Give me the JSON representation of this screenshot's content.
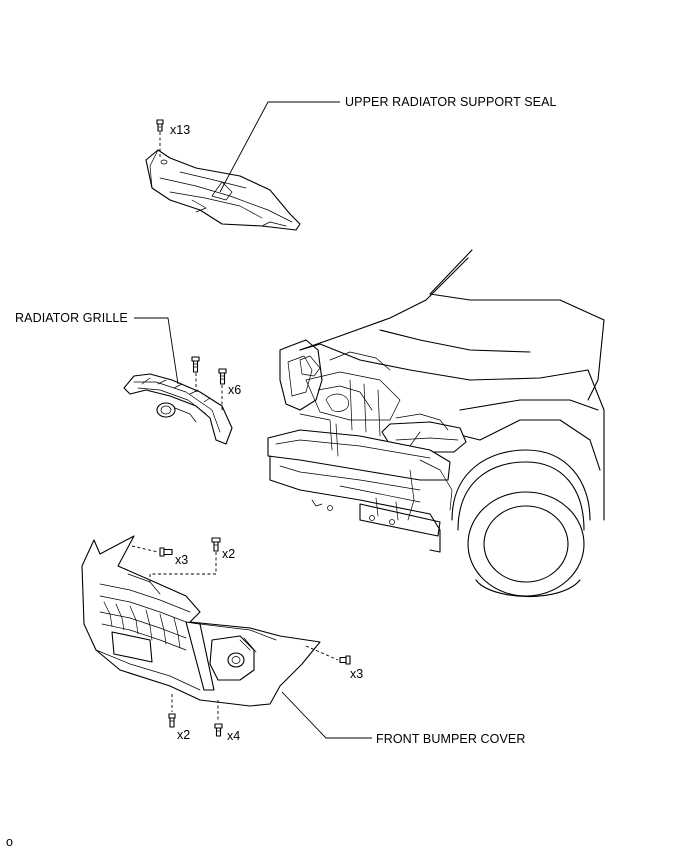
{
  "labels": {
    "upper_seal": "UPPER RADIATOR SUPPORT SEAL",
    "grille": "RADIATOR GRILLE",
    "bumper": "FRONT BUMPER COVER"
  },
  "quantities": {
    "seal_clips": "x13",
    "grille_clips": "x6",
    "bumper_top_left_screws": "x3",
    "bumper_top_clips": "x2",
    "bumper_side_screws": "x3",
    "bumper_bottom_left": "x2",
    "bumper_bottom_right": "x4"
  },
  "footer": {
    "code": "o"
  }
}
